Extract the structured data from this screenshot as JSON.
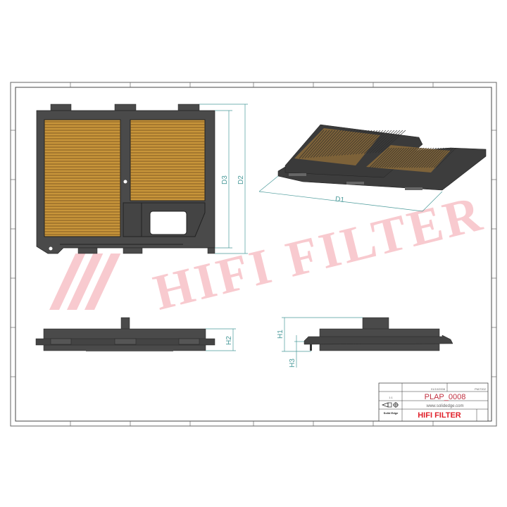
{
  "drawing": {
    "watermark": "HIFI FILTER",
    "dimensions": {
      "d1": "D1",
      "d2": "D2",
      "d3": "D3",
      "h1": "H1",
      "h2": "H2",
      "h3": "H3"
    },
    "colors": {
      "frame": "#555555",
      "body": "#4a4a4a",
      "media": "#c8953a",
      "dimension": "#4a9a9a",
      "watermark": "#f4a0a8",
      "brand_red": "#e0202a"
    }
  },
  "title_block": {
    "date": "01/10/2008",
    "drawn_by": "PM/7002",
    "scale": "1:1",
    "part_number": "PLAP_0008",
    "website": "www.solidedge.com",
    "software": "Solid Edge",
    "brand": "HIFI FILTER"
  }
}
